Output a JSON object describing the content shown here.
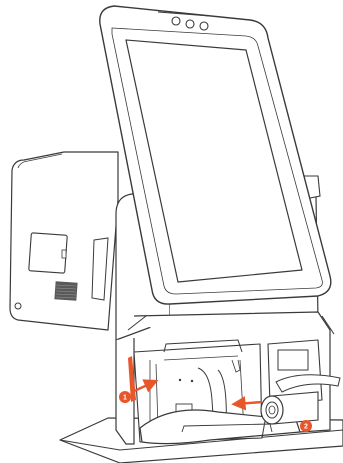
{
  "figure": {
    "subject": "kiosk-printer-paper-loading",
    "colors": {
      "line": "#3a3a3a",
      "accent": "#e8572a",
      "accent_dark": "#c9441c",
      "screen": "#ffffff",
      "vent": "#555555"
    },
    "callouts": [
      {
        "id": "callout-1",
        "label": "1"
      },
      {
        "id": "callout-2",
        "label": "2"
      }
    ]
  }
}
